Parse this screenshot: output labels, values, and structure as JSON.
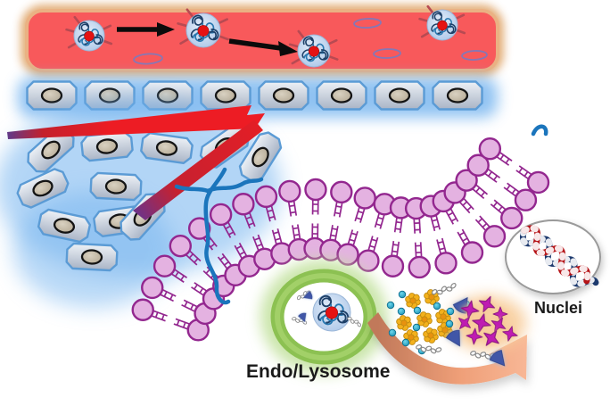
{
  "labels": {
    "endolysosome": "Endo/Lysosome",
    "nuclei": "Nuclei"
  },
  "scene": {
    "vessel_nanoparticles": 4,
    "flow_arrows": 2,
    "red_blood_cells": 4,
    "endothelial_cells": 8,
    "tissue_cells": 11,
    "membrane_type": "phospholipid-bilayer",
    "payload": {
      "yellow_clusters": 8,
      "teal_dots": 12,
      "blue_triangles": 3,
      "chains": 3,
      "magenta_stars": 9
    }
  },
  "colors": {
    "background": "#ffffff",
    "vessel_fill": "#f8595b",
    "vessel_border": "#dfa468",
    "rbc_stroke": "#8677b5",
    "arrow_black": "#0b0b0b",
    "cell_stroke": "#5b9bd5",
    "cell_fill_light": "#e9edf3",
    "cell_fill_dark": "#a9b4c6",
    "nucleus_fill": "#beb3a0",
    "nucleus_stroke": "#141414",
    "glow_blue": "#74b4ef",
    "extravasation_red": "#ed1c24",
    "extravasation_purple": "#5f3a8a",
    "lipid_fill": "#e4b2e1",
    "lipid_stroke": "#93278f",
    "branch_blue": "#1b75bc",
    "ring_green": "#8cc152",
    "ring_glow": "#c0e09a",
    "np_fill": "#b9d0ec",
    "np_squiggle": "#1d3f67",
    "np_squiggle2": "#2878b0",
    "np_core": "#e51212",
    "np_spike": "#b84a52",
    "payload_yellow": "#f3b11c",
    "payload_yellow_edge": "#c08a12",
    "payload_teal": "#29a8cc",
    "payload_teal_edge": "#0b6b8a",
    "ligand_blue": "#3f57a7",
    "ligand_glow": "#9ab7e6",
    "chain_gray": "#8a8a8a",
    "star_magenta": "#bf1fb2",
    "star_edge": "#8e1583",
    "star_glow": "#f8cf9f",
    "escape_arrow_dark": "#c1795a",
    "escape_arrow_light": "#f8b796",
    "dna_red": "#b51317",
    "dna_blue": "#1d3a6e",
    "nucleus_oval_stroke": "#9a9a9a",
    "label_text": "#1a1a1a"
  }
}
